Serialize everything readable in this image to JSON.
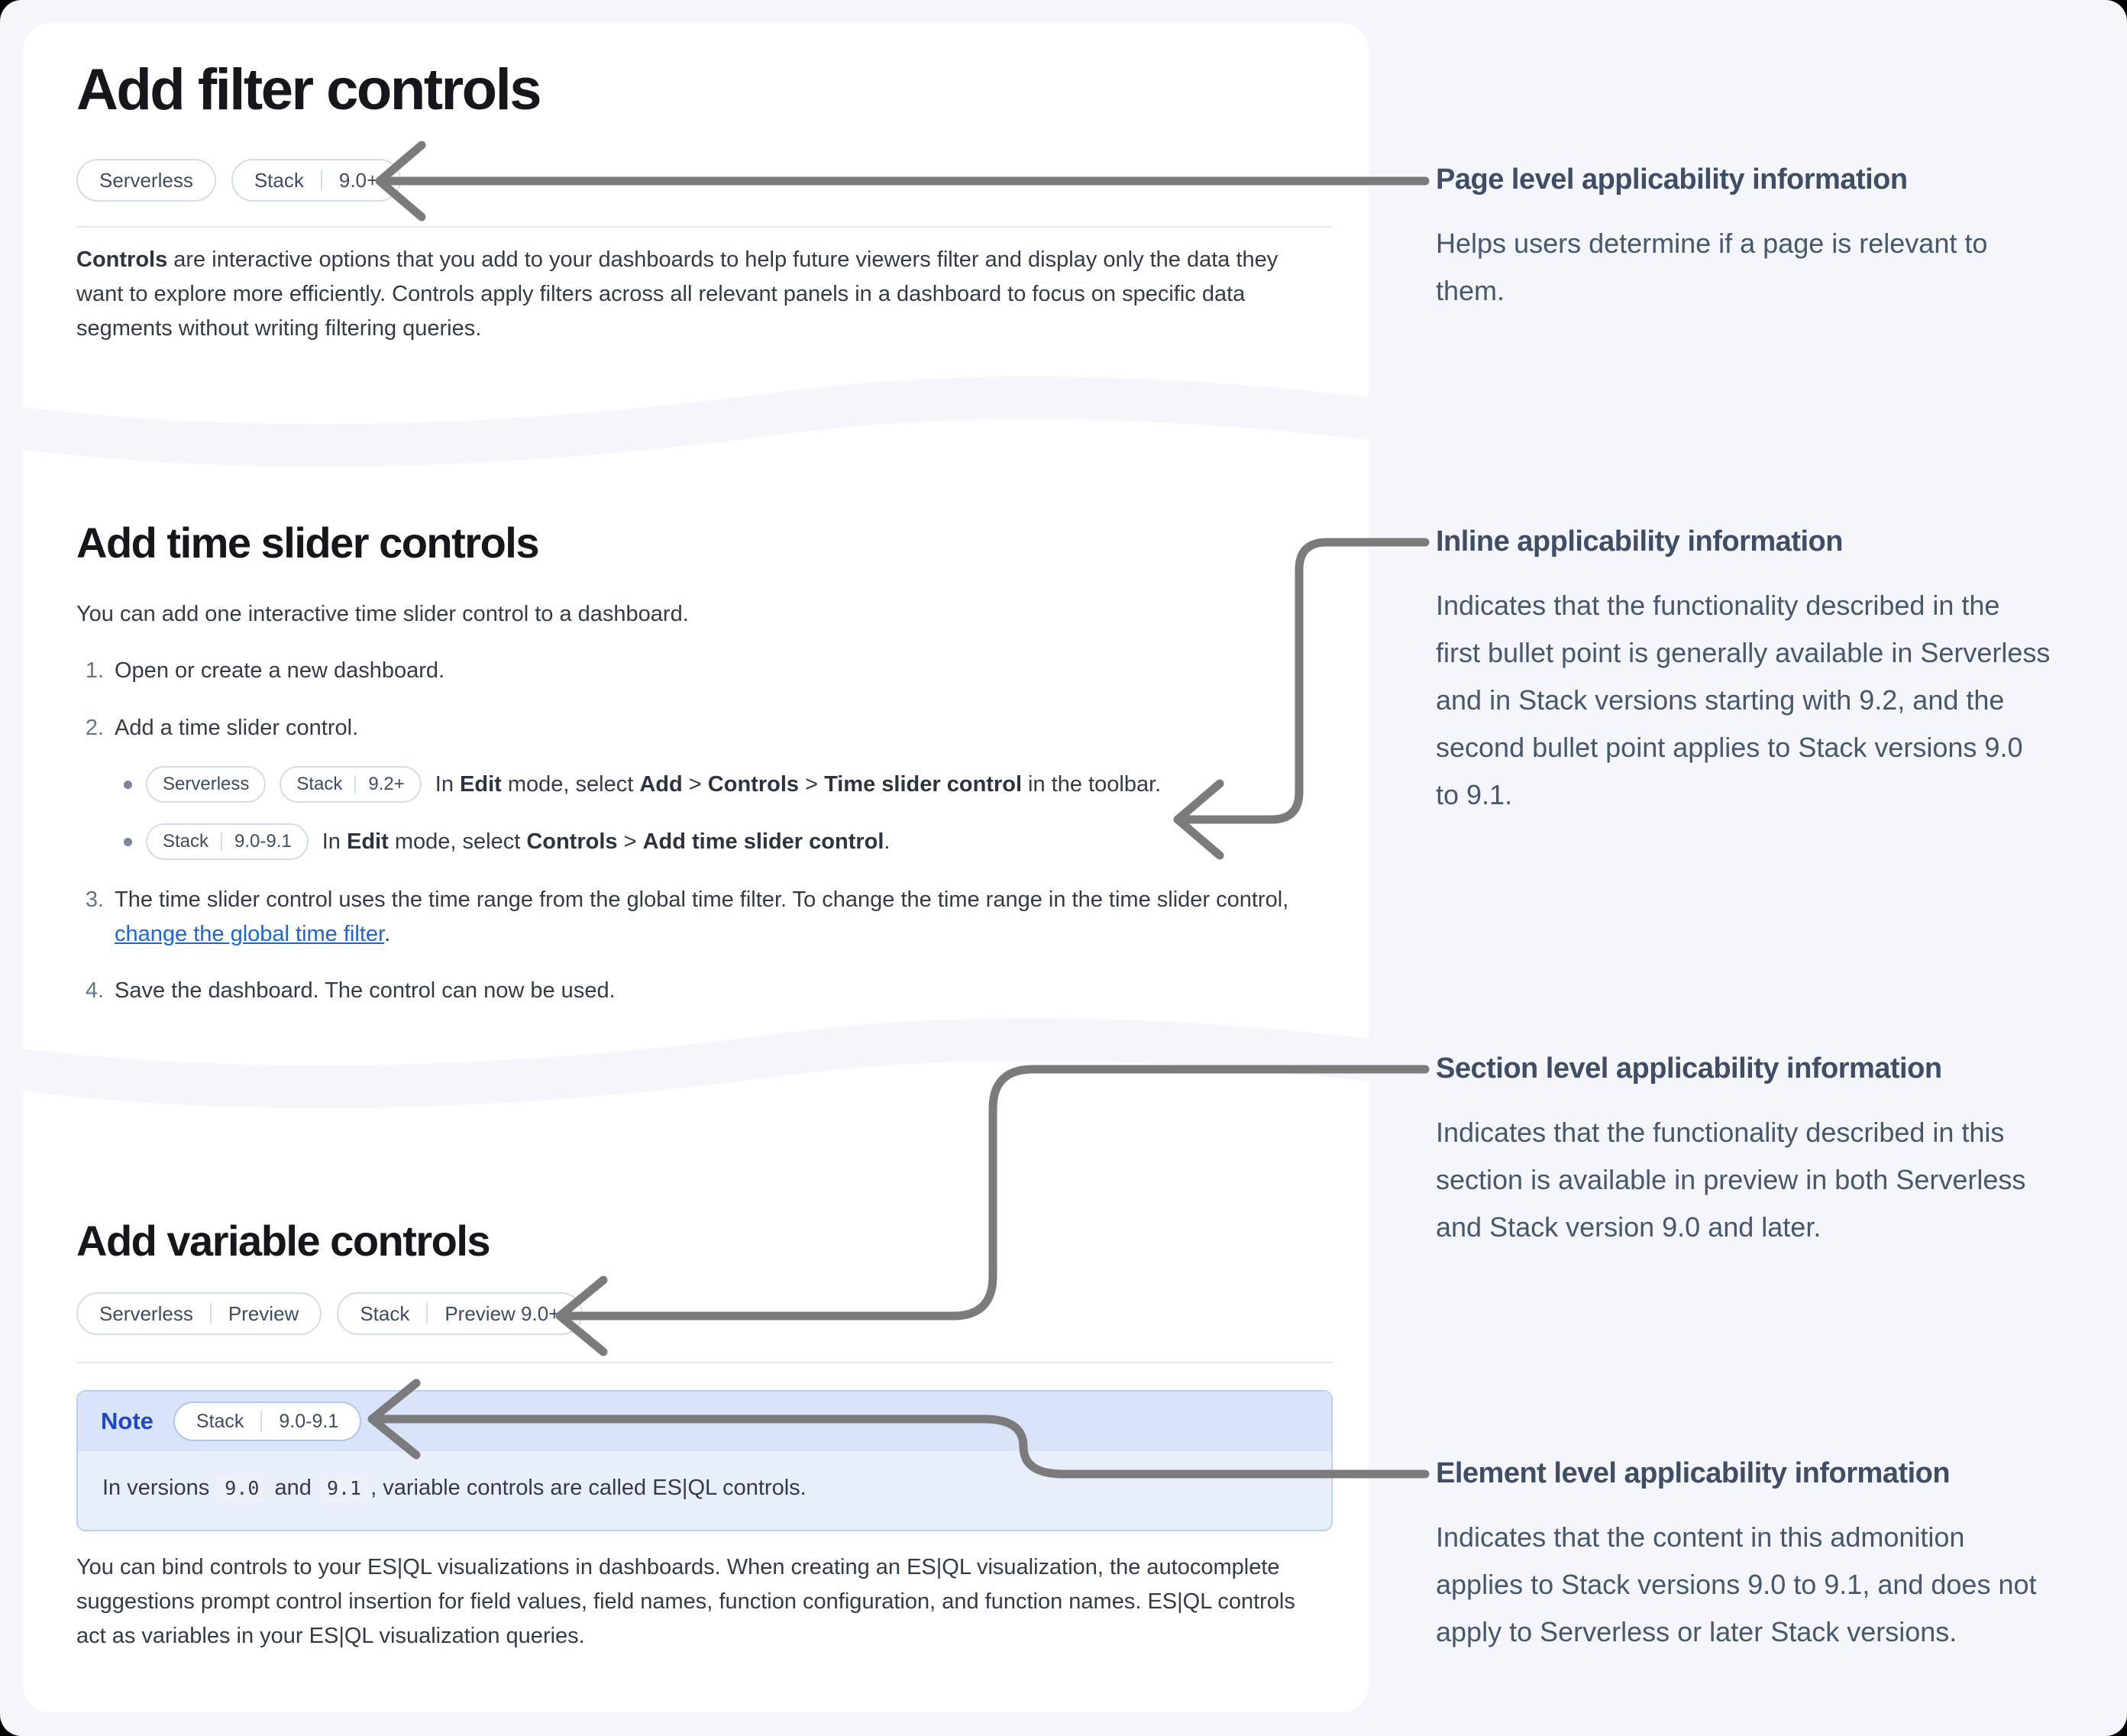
{
  "card1": {
    "title": "Add filter controls",
    "badge1": "Serverless",
    "badge2_product": "Stack",
    "badge2_version": "9.0+",
    "para_bold": "Controls",
    "para_rest": " are interactive options that you add to your dashboards to help future viewers filter and display only the data they want to explore more efficiently. Controls apply filters across all relevant panels in a dashboard to focus on specific data segments without writing filtering queries."
  },
  "card2": {
    "title": "Add time slider controls",
    "intro": "You can add one interactive time slider control to a dashboard.",
    "step1_num": "1.",
    "step1": "Open or create a new dashboard.",
    "step2_num": "2.",
    "step2": "Add a time slider control.",
    "b1_badge1": "Serverless",
    "b1_badge2_product": "Stack",
    "b1_badge2_version": "9.2+",
    "b1_t1": "In ",
    "b1_b1": "Edit",
    "b1_t2": " mode, select ",
    "b1_b2": "Add",
    "b1_t3": " > ",
    "b1_b3": "Controls",
    "b1_t4": " > ",
    "b1_b4": "Time slider control",
    "b1_t5": " in the toolbar.",
    "b2_badge_product": "Stack",
    "b2_badge_version": "9.0-9.1",
    "b2_t1": "In ",
    "b2_b1": "Edit",
    "b2_t2": " mode, select ",
    "b2_b2": "Controls",
    "b2_t3": " > ",
    "b2_b3": "Add time slider control",
    "b2_t4": ".",
    "step3_num": "3.",
    "step3_t1": "The time slider control uses the time range from the global time filter. To change the time range in the time slider control, ",
    "step3_link": "change the global time filter",
    "step3_t2": ".",
    "step4_num": "4.",
    "step4": "Save the dashboard. The control can now be used."
  },
  "card3": {
    "title": "Add variable controls",
    "badge1_product": "Serverless",
    "badge1_flag": "Preview",
    "badge2_product": "Stack",
    "badge2_flag": "Preview 9.0+",
    "note_label": "Note",
    "note_badge_product": "Stack",
    "note_badge_version": "9.0-9.1",
    "note_t1": "In versions ",
    "note_code1": "9.0",
    "note_t2": " and ",
    "note_code2": "9.1",
    "note_t3": ", variable controls are called ES|QL controls.",
    "para": "You can bind controls to your ES|QL visualizations in dashboards. When creating an ES|QL visualization, the autocomplete suggestions prompt control insertion for field values, field names, function configuration, and function names. ES|QL controls act as variables in your ES|QL visualization queries."
  },
  "annotations": {
    "page_level": {
      "title": "Page level applicability information",
      "body": "Helps users determine if a page is relevant to them."
    },
    "inline": {
      "title": "Inline applicability information",
      "body": "Indicates that the functionality described in the first bullet point is generally available in Serverless and in Stack versions starting with 9.2, and the second bullet point applies to Stack versions 9.0 to 9.1."
    },
    "section": {
      "title": "Section level applicability information",
      "body": "Indicates that the functionality described in this section is available in preview in both Serverless and Stack version 9.0 and later."
    },
    "element": {
      "title": "Element level applicability information",
      "body": "Indicates that the content in this admonition applies to Stack versions 9.0 to 9.1, and does not apply to Serverless or later Stack versions."
    }
  },
  "colors": {
    "page_bg": "#f4f6fb",
    "arrow": "#7b7b7b",
    "link": "#1b66d9",
    "note_title": "#1e46c7",
    "note_header_bg": "#d9e4fa",
    "note_body_bg": "#e8effc"
  }
}
